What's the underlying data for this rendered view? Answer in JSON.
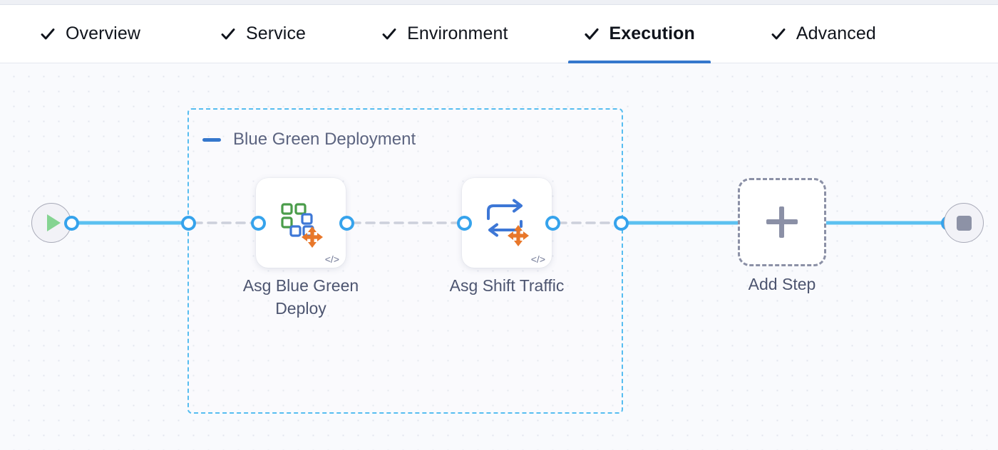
{
  "tabs": [
    {
      "label": "Overview",
      "icon": "check-icon",
      "active": false
    },
    {
      "label": "Service",
      "icon": "check-icon",
      "active": false
    },
    {
      "label": "Environment",
      "icon": "check-icon",
      "active": false
    },
    {
      "label": "Execution",
      "icon": "check-icon",
      "active": true
    },
    {
      "label": "Advanced",
      "icon": "check-icon",
      "active": false
    }
  ],
  "canvas": {
    "start_node": {
      "icon": "play-icon"
    },
    "end_node": {
      "icon": "stop-icon"
    },
    "group": {
      "title": "Blue Green Deployment",
      "collapse_icon": "minus-icon",
      "steps": [
        {
          "label": "Asg Blue Green\nDeploy",
          "icon": "asg-blue-green-deploy-icon",
          "code_badge": "</>"
        },
        {
          "label": "Asg Shift Traffic",
          "icon": "asg-shift-traffic-icon",
          "code_badge": "</>"
        }
      ]
    },
    "add_step": {
      "label": "Add Step",
      "icon": "plus-icon"
    }
  },
  "colors": {
    "accent_blue": "#3577cc",
    "port_blue": "#36a3ec",
    "edge_blue": "#5bc0f0",
    "group_border": "#56bdf0",
    "dashed_edge": "#c3c7d4",
    "canvas_bg": "#f9fafd",
    "icon_green": "#4a9c4a",
    "icon_blue": "#3d77d6",
    "icon_orange": "#e8772a",
    "text_muted": "#4d5570"
  }
}
